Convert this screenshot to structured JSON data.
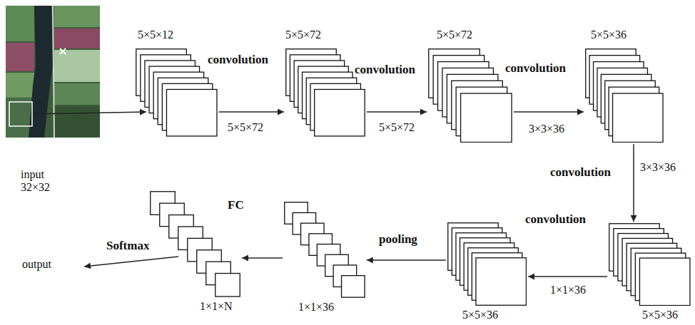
{
  "diagram": {
    "nodes": [
      {
        "text": [
          "5×5×12"
        ]
      },
      {
        "text": [
          "5×5×72"
        ]
      },
      {
        "text": [
          "5×5×72"
        ]
      },
      {
        "text": [
          "5×5×36"
        ]
      },
      {
        "text": [
          "5×5×36"
        ]
      },
      {
        "text": [
          "5×5×36"
        ]
      },
      {
        "text": [
          "1×1×36"
        ]
      },
      {
        "text": [
          "1×1×N"
        ]
      }
    ],
    "edges": [
      {
        "from": 0,
        "to": 1,
        "arrow": "to",
        "label": "5×5×72"
      },
      {
        "from": 1,
        "to": 2,
        "arrow": "to",
        "label": "5×5×72"
      },
      {
        "from": 2,
        "to": 3,
        "arrow": "to",
        "label": "3×3×36"
      },
      {
        "from": 3,
        "to": 4,
        "arrow": "to",
        "label": "3×3×36"
      },
      {
        "from": 4,
        "to": 5,
        "arrow": "to",
        "label": "1×1×36"
      },
      {
        "from": 5,
        "to": 6,
        "arrow": "to",
        "label": "pooling"
      },
      {
        "from": 6,
        "to": 7,
        "arrow": "to",
        "label": "FC"
      }
    ],
    "labels": [
      "convolution",
      "convolution",
      "convolution",
      "input 32×32",
      "convolution",
      "convolution",
      "Softmax",
      "output"
    ]
  }
}
